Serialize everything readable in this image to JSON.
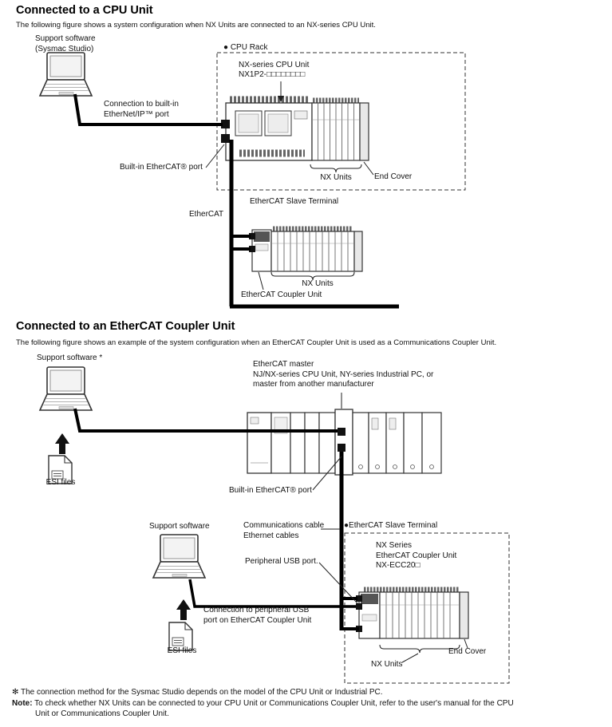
{
  "section1": {
    "title": "Connected to a CPU Unit",
    "subtitle": "The following figure shows a system configuration when NX Units are connected to an NX-series CPU Unit.",
    "support_software_line1": "Support software",
    "support_software_line2": "(Sysmac Studio)",
    "connection_line1": "Connection to built-in",
    "connection_line2": "EtherNet/IP™ port",
    "cpu_rack": "● CPU Rack",
    "nx_series_cpu_unit": "NX-series CPU Unit",
    "nx1p2_model": "NX1P2-□□□□□□□□",
    "builtin_ethercat_port": "Built-in EtherCAT® port",
    "nx_units_top": "NX Units",
    "end_cover": "End Cover",
    "ethercat": "EtherCAT",
    "ethercat_slave_terminal": "EtherCAT Slave Terminal",
    "nx_units_bottom": "NX Units",
    "ethercat_coupler_unit": "EtherCAT Coupler Unit"
  },
  "section2": {
    "title": "Connected to an EtherCAT Coupler Unit",
    "subtitle": "The following figure shows an example of the system configuration when an EtherCAT Coupler Unit is used as a Communications Coupler Unit.",
    "support_software_top": "Support software *",
    "ethercat_master_line1": "EtherCAT master",
    "ethercat_master_line2": "NJ/NX-series CPU Unit, NY-series Industrial PC, or",
    "ethercat_master_line3": "master from another manufacturer",
    "esi_files_top": "ESI files",
    "builtin_ethercat_port": "Built-in EtherCAT® port",
    "support_software_bottom": "Support software",
    "communications_cable_line1": "Communications cable",
    "communications_cable_line2": "Ethernet cables",
    "ethercat_slave_terminal": "●EtherCAT Slave Terminal",
    "nx_series_line1": "NX Series",
    "nx_series_line2": "EtherCAT Coupler Unit",
    "nx_series_line3": "NX-ECC20□",
    "peripheral_usb_port": "Peripheral USB port.",
    "usb_connection_line1": "Connection to peripheral USB",
    "usb_connection_line2": "port on EtherCAT Coupler Unit",
    "esi_files_bottom": "ESI files",
    "nx_units": "NX Units",
    "end_cover": "End Cover"
  },
  "footnotes": {
    "asterisk_note": "✻ The connection method for the Sysmac Studio depends on the model of the CPU Unit or Industrial PC.",
    "note_label": "Note:",
    "note_line1": "To check whether NX Units can be connected to your CPU Unit or Communications Coupler Unit, refer to the user's manual for the CPU",
    "note_line2": "Unit or Communications Coupler Unit."
  }
}
